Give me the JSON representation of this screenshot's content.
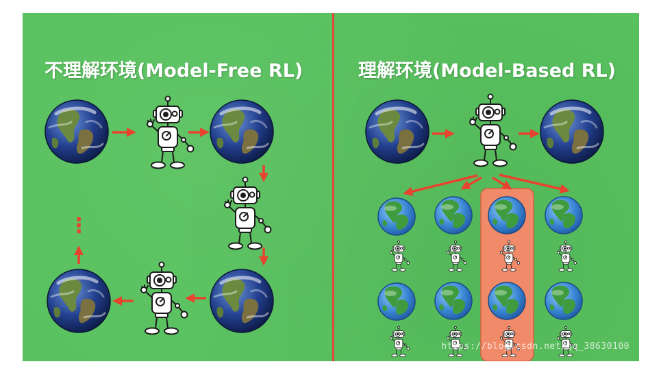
{
  "left_panel": {
    "title": "不理解环境(Model-Free RL)",
    "ellipsis": "⋮"
  },
  "right_panel": {
    "title": "理解环境(Model-Based RL)"
  },
  "colors": {
    "background": "#58c15e",
    "divider": "#e04a35",
    "arrow": "#e8432e",
    "highlight": "#f08a68",
    "title_text": "#ffffff"
  },
  "icons": {
    "environment": "earth-globe-icon",
    "agent": "robot-icon"
  },
  "watermark": "https://blog.csdn.net/qq_38630100"
}
